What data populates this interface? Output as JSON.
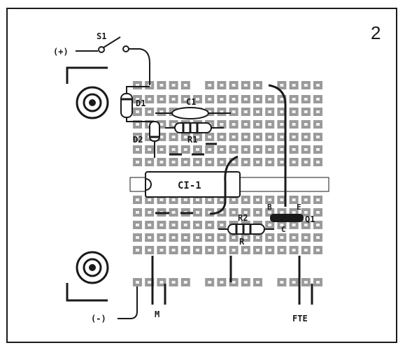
{
  "figure": {
    "number": "2",
    "labels": {
      "switch": "S1",
      "positive": "(+)",
      "negative": "(-)",
      "diode": "D1",
      "capacitor": "C1",
      "resistor1": "R1",
      "resistor2": "R2",
      "resistor2_lower": "R",
      "diode2": "D2",
      "ic": "CI-1",
      "transistor": "Q1",
      "base": "B",
      "emitter": "E",
      "collector": "C",
      "mic": "M",
      "speaker": "FTE"
    }
  },
  "colors": {
    "ink": "#1a1a1a",
    "pad": "#9a9a9a",
    "pad_hole": "#f2f2f2",
    "paper": "#ffffff"
  }
}
